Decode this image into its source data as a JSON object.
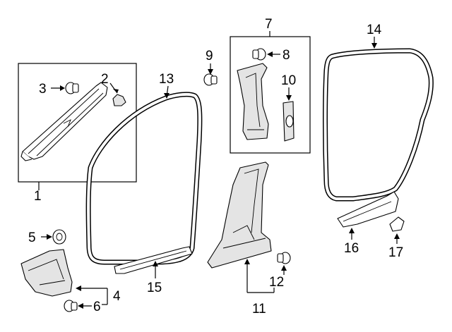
{
  "diagram": {
    "callouts": [
      {
        "id": "1",
        "text": "1"
      },
      {
        "id": "2",
        "text": "2"
      },
      {
        "id": "3",
        "text": "3"
      },
      {
        "id": "4",
        "text": "4"
      },
      {
        "id": "5",
        "text": "5"
      },
      {
        "id": "6",
        "text": "6"
      },
      {
        "id": "7",
        "text": "7"
      },
      {
        "id": "8",
        "text": "8"
      },
      {
        "id": "9",
        "text": "9"
      },
      {
        "id": "10",
        "text": "10"
      },
      {
        "id": "11",
        "text": "11"
      },
      {
        "id": "12",
        "text": "12"
      },
      {
        "id": "13",
        "text": "13"
      },
      {
        "id": "14",
        "text": "14"
      },
      {
        "id": "15",
        "text": "15"
      },
      {
        "id": "16",
        "text": "16"
      },
      {
        "id": "17",
        "text": "17"
      }
    ],
    "colors": {
      "line": "#000000",
      "background": "#ffffff",
      "shading": "#e4e4e4"
    }
  }
}
